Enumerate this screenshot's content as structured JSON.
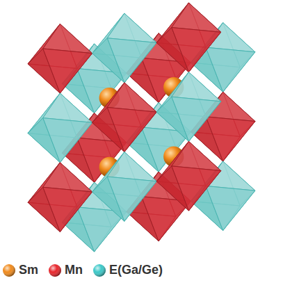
{
  "diagram": {
    "legend": [
      {
        "text": "Sm",
        "color": "#f08a1c"
      },
      {
        "text": "Mn",
        "color": "#e8252b"
      },
      {
        "text": "E(Ga/Ge)",
        "color": "#3cc8c8"
      }
    ]
  }
}
